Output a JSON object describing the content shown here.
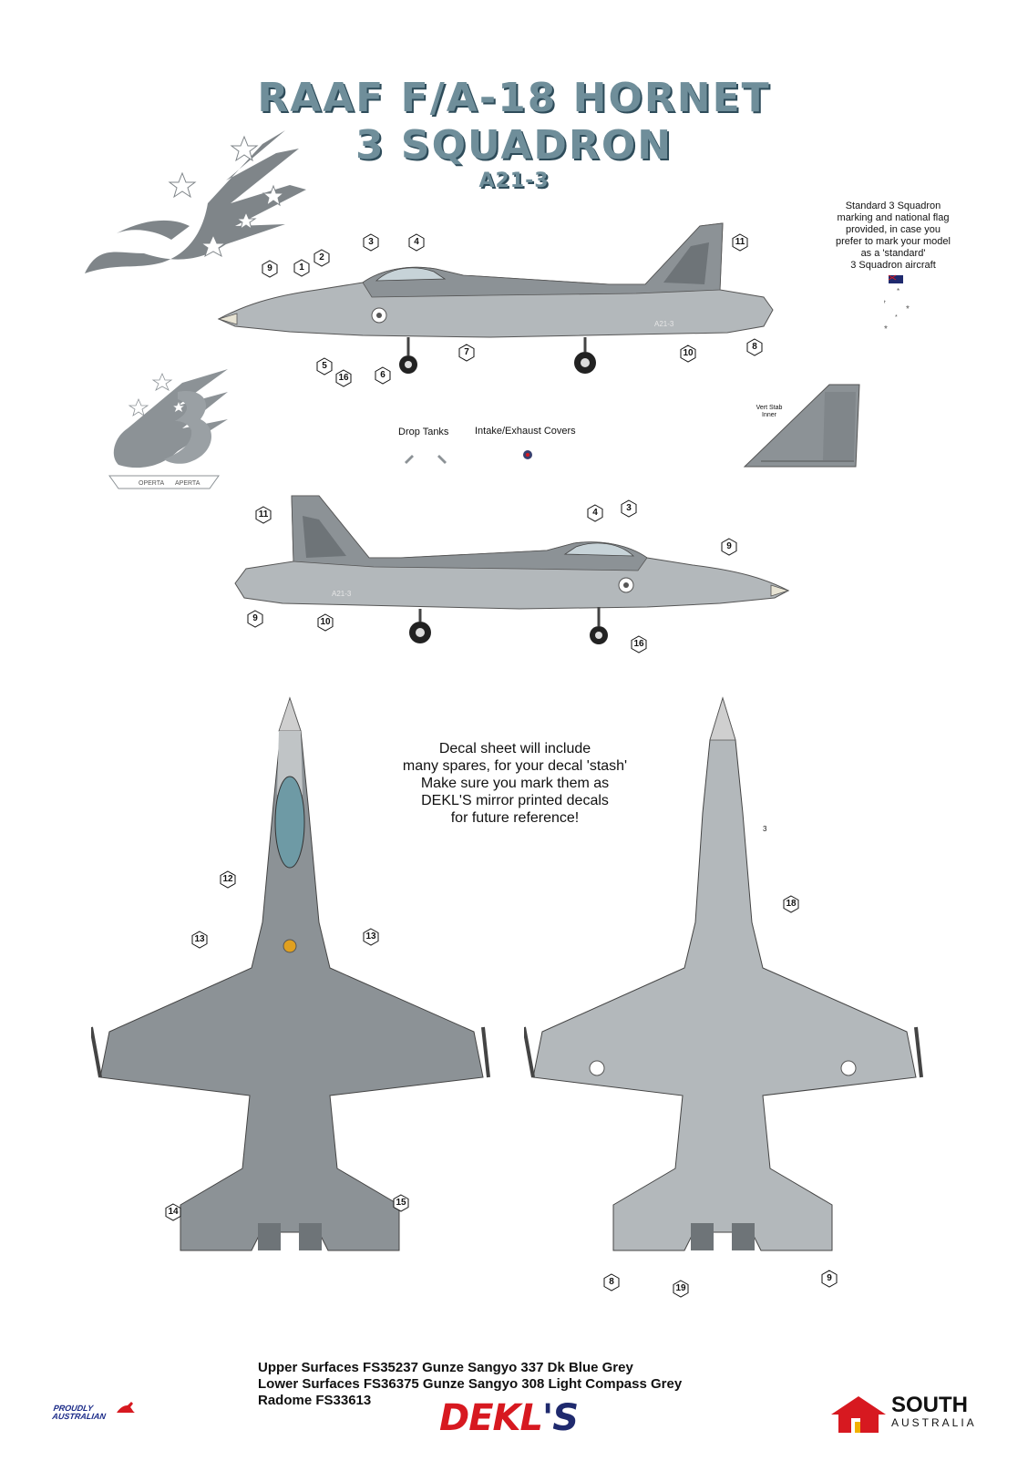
{
  "title": {
    "line1": "RAAF F/A-18 HORNET",
    "line2": "3 SQUADRON",
    "serial": "A21-3"
  },
  "side_note": "Standard 3 Squadron marking and national flag provided, in case you prefer to mark your model as a 'standard' 3 Squadron aircraft",
  "side_note_lines": [
    "Standard 3 Squadron",
    "marking and national flag",
    "provided, in case you",
    "prefer to mark your model",
    "as a 'standard'",
    "3 Squadron aircraft"
  ],
  "labels": {
    "drop_tanks": "Drop Tanks",
    "intake_covers": "Intake/Exhaust Covers",
    "vert_stab_line1": "Vert Stab",
    "vert_stab_line2": "Inner",
    "badge_motto_left": "OPERTA",
    "badge_motto_right": "APERTA",
    "fuselage_serial": "A21-3"
  },
  "decal_note_lines": [
    "Decal sheet will include",
    "many spares, for your decal 'stash'",
    "Make sure you mark them as",
    "DEKL'S mirror printed decals",
    "for future reference!"
  ],
  "callouts": {
    "c1": "1",
    "c2": "2",
    "c3": "3",
    "c4": "4",
    "c5": "5",
    "c6": "6",
    "c7": "7",
    "c8": "8",
    "c9": "9",
    "c10": "10",
    "c11": "11",
    "c12": "12",
    "c13": "13",
    "c14": "14",
    "c15": "15",
    "c16": "16",
    "c18": "18",
    "c19": "19"
  },
  "paint_lines": [
    "Upper Surfaces FS35237 Gunze Sangyo 337 Dk Blue Grey",
    "Lower Surfaces FS36375 Gunze Sangyo 308 Light Compass Grey",
    "Radome FS33613"
  ],
  "footer": {
    "proudly_line1": "PROUDLY",
    "proudly_line2": "AUSTRALIAN",
    "brand_part1": "DEKL",
    "brand_part2": "'S",
    "sa_line1": "SOUTH",
    "sa_line2": "AUSTRALIA"
  },
  "colors": {
    "upper_grey": "#8c9296",
    "lower_grey": "#b9bdc0",
    "title_fill": "#6f8e9a",
    "title_shadow": "#2e4c5a",
    "brand_red": "#d71920",
    "brand_navy": "#1f2a6e"
  }
}
